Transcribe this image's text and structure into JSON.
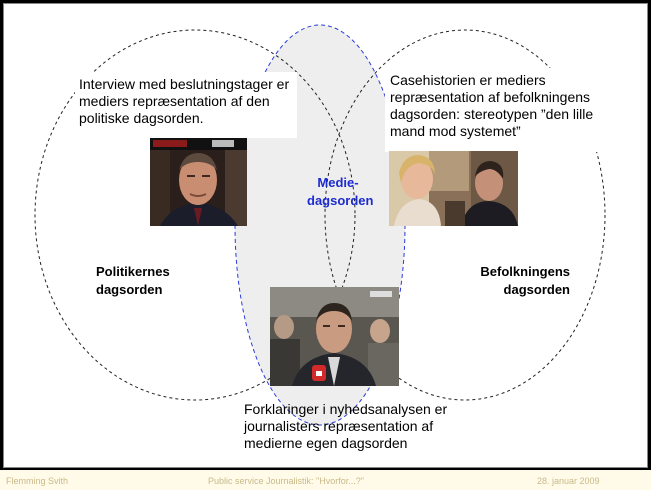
{
  "top_left_text": "Interview med beslutningstager er mediers repræsentation af den politiske dagsorden.",
  "top_right_text": "Casehistorien er mediers repræsentation af befolkningens dagsorden: stereotypen ”den lille mand mod systemet”",
  "center_label": "Medie-dagsorden",
  "left_label": "Politikernes dagsorden",
  "right_label": "Befolkningens dagsorden",
  "bottom_text": "Forklaringer  i nyhedsanalysen er journalisters repræsentation af medierne egen dagsorden",
  "footer": {
    "author": "Flemming Svith",
    "title": "Public service Journalistik: \"Hvorfor...?\"",
    "date": "28. januar 2009"
  },
  "colors": {
    "center_ellipse": "#2a3bd8",
    "center_label": "#1d2bd0",
    "footer_text": "#c9b98a"
  }
}
